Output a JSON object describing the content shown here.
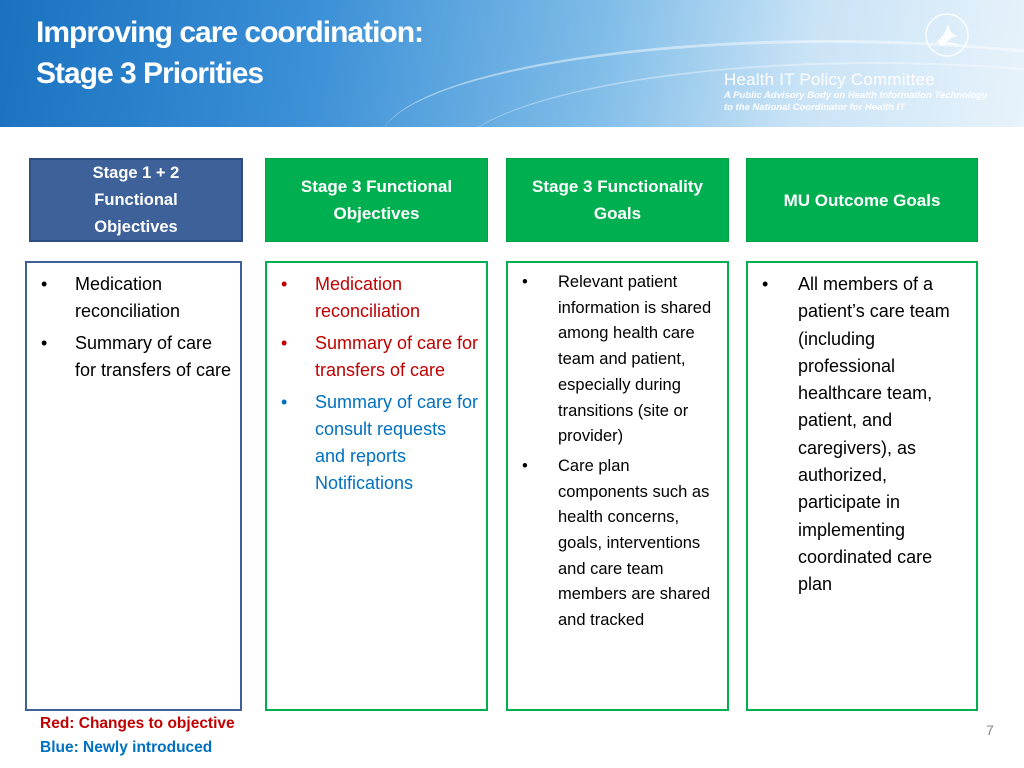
{
  "slide": {
    "title_line1": "Improving care coordination:",
    "title_line2": "Stage 3 Priorities",
    "page_number": "7"
  },
  "branding": {
    "committee_name": "Health IT Policy Committee",
    "subtitle_line1": "A Public Advisory Body on Health Information Technology",
    "subtitle_line2": "to the National Coordinator for Health IT",
    "logo_icon": "hhs-eagle-icon"
  },
  "columns": [
    {
      "header": "Stage 1 + 2 Functional Objectives",
      "items": [
        {
          "text": "Medication reconciliation"
        },
        {
          "text": "Summary of care for transfers of care"
        }
      ]
    },
    {
      "header": "Stage  3 Functional Objectives",
      "items": [
        {
          "text": "Medication reconciliation",
          "status": "changed"
        },
        {
          "text": "Summary of care for transfers of care",
          "status": "changed"
        },
        {
          "text": "Summary of care for consult requests and reports Notifications",
          "status": "new"
        }
      ]
    },
    {
      "header": "Stage  3 Functionality Goals",
      "items": [
        {
          "text": "Relevant patient information is shared among health care team and patient, especially during transitions (site or provider)"
        },
        {
          "text": "Care plan components such as health concerns, goals, interventions and care team members are shared and tracked"
        }
      ]
    },
    {
      "header": "MU Outcome Goals",
      "items": [
        {
          "text": "All members of a patient’s care team (including professional healthcare team, patient, and caregivers), as authorized, participate in implementing coordinated care plan"
        }
      ]
    }
  ],
  "bullet_symbol": "•",
  "legend": {
    "red_label": "Red: Changes to objective",
    "blue_label": "Blue: Newly introduced"
  },
  "colors": {
    "header_blue": "#3e6199",
    "header_green": "#00b050",
    "changed_red": "#c00000",
    "new_blue": "#0070c0"
  }
}
